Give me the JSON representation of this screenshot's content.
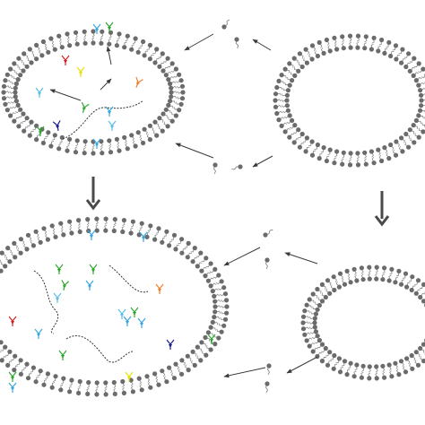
{
  "diagram": {
    "background": "#ffffff",
    "colors": {
      "lipid_head": "#6b6b6b",
      "lipid_tail": "#7a7a7a",
      "arrow": "#3a3a3a",
      "big_arrow": "#4a4a4a",
      "polymer": "#333333"
    },
    "vesicles": [
      {
        "id": "top-left-protocell",
        "contents": "polymers-and-monomers"
      },
      {
        "id": "top-right-vesicle",
        "contents": "empty"
      },
      {
        "id": "bottom-left-protocell",
        "contents": "polymers-and-monomers"
      },
      {
        "id": "bottom-right-vesicle",
        "contents": "empty"
      }
    ],
    "monomer_colors": [
      "#2ea82e",
      "#3aa8e0",
      "#f08030",
      "#1c1c8c",
      "#e8e000",
      "#d62020",
      "#5cc0e8"
    ]
  }
}
